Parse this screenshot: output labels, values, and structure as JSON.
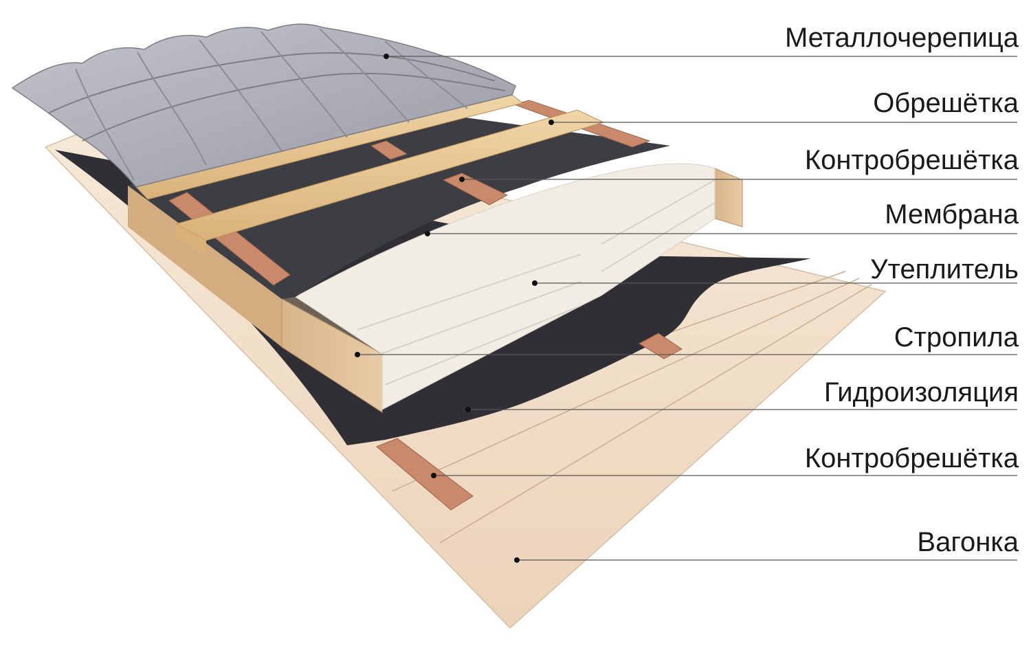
{
  "colors": {
    "background": "#ffffff",
    "label": "#1a1a1a",
    "leader_line": "#555555",
    "metal_tile": "#a9a9b2",
    "metal_tile_dark": "#7d7d86",
    "batten_wood": "#e6c795",
    "counter_batten": "#c98a6b",
    "membrane": "#3d3d44",
    "insulation": "#f1ede4",
    "rafter": "#dcbc94",
    "lining_board": "#f2dcc6"
  },
  "layers": [
    {
      "id": "metal-tile",
      "label": "Металлочерепица"
    },
    {
      "id": "batten",
      "label": "Обрешётка"
    },
    {
      "id": "counter-batten-top",
      "label": "Контробрешётка"
    },
    {
      "id": "membrane",
      "label": "Мембрана"
    },
    {
      "id": "insulation",
      "label": "Утеплитель"
    },
    {
      "id": "rafters",
      "label": "Стропила"
    },
    {
      "id": "waterproofing",
      "label": "Гидроизоляция"
    },
    {
      "id": "counter-batten-bottom",
      "label": "Контробрешётка"
    },
    {
      "id": "lining-board",
      "label": "Вагонка"
    }
  ]
}
